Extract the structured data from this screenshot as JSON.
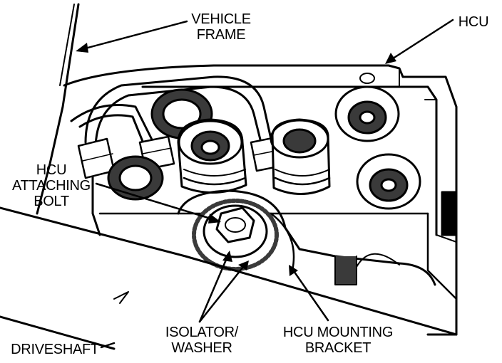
{
  "labels": {
    "vehicle_frame": [
      "VEHICLE",
      "FRAME"
    ],
    "hcu": "HCU",
    "hcu_attaching_bolt": [
      "HCU",
      "ATTACHING",
      "BOLT"
    ],
    "isolator_washer": [
      "ISOLATOR/",
      "WASHER"
    ],
    "hcu_mounting_bracket": [
      "HCU MOUNTING",
      "BRACKET"
    ],
    "driveshaft": "DRIVESHAFT"
  },
  "colors": {
    "ink": "#000000",
    "paper": "#ffffff",
    "shade": "#3a3a3a"
  }
}
